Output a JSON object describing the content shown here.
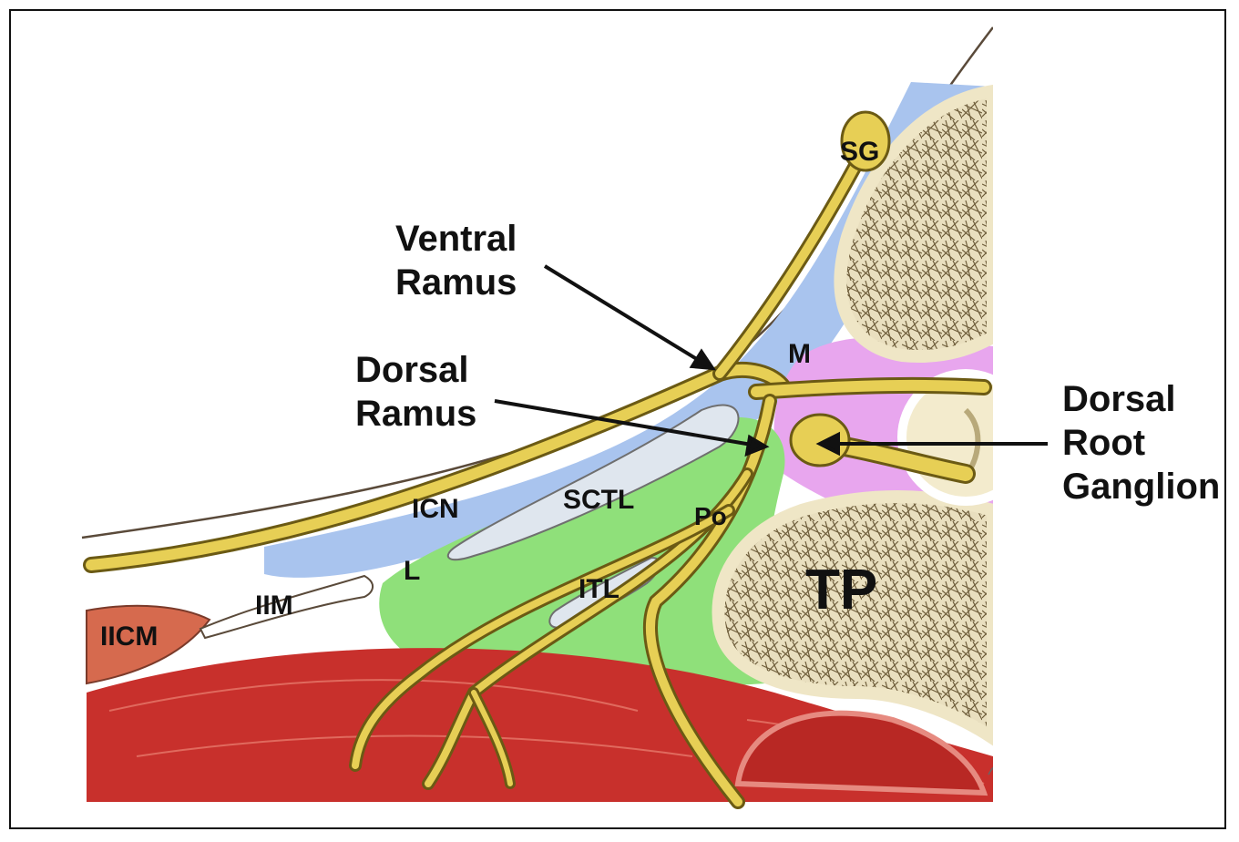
{
  "labels": {
    "ventral_ramus": [
      "Ventral",
      "Ramus"
    ],
    "dorsal_ramus": [
      "Dorsal",
      "Ramus"
    ],
    "dorsal_root_ganglion": [
      "Dorsal",
      "Root",
      "Ganglion"
    ]
  },
  "abbreviations": {
    "sg": "SG",
    "m": "M",
    "icn": "ICN",
    "sctl": "SCTL",
    "po": "Po",
    "l": "L",
    "iim": "IIM",
    "itl": "ITL",
    "iicm": "IICM",
    "tp": "TP"
  },
  "colors": {
    "nerve": "#e7cf55",
    "nerve_outline": "#6b5a14",
    "fat_blue": "#a9c4ee",
    "muscle_red": "#c8302c",
    "green_region": "#8fe07a",
    "pink_region": "#e8a6ee",
    "bone": "#f3ebcd",
    "bone_texture": "#6e5d3a",
    "ligament": "#dfe6ee"
  }
}
